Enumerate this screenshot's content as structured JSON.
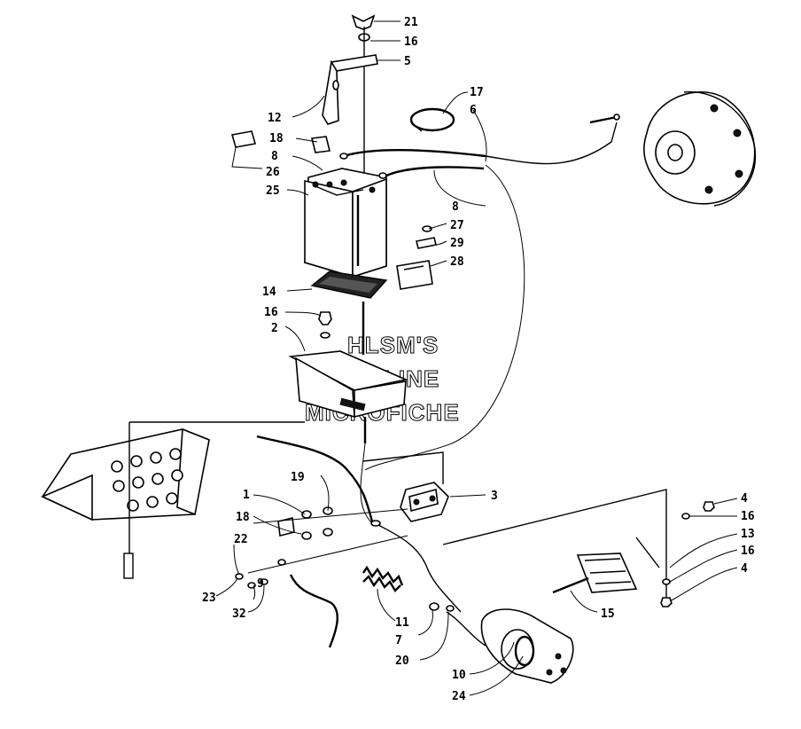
{
  "watermark": {
    "line1": "HLSM'S",
    "line2": "ONLINE",
    "line3": "MICROFICHE"
  },
  "callouts": [
    "21",
    "16",
    "5",
    "17",
    "6",
    "12",
    "18",
    "8",
    "26",
    "25",
    "8",
    "27",
    "29",
    "28",
    "14",
    "16",
    "2",
    "19",
    "3",
    "1",
    "18",
    "22",
    "23",
    "9",
    "32",
    "11",
    "7",
    "20",
    "10",
    "24",
    "4",
    "16",
    "13",
    "16",
    "4",
    "15"
  ]
}
